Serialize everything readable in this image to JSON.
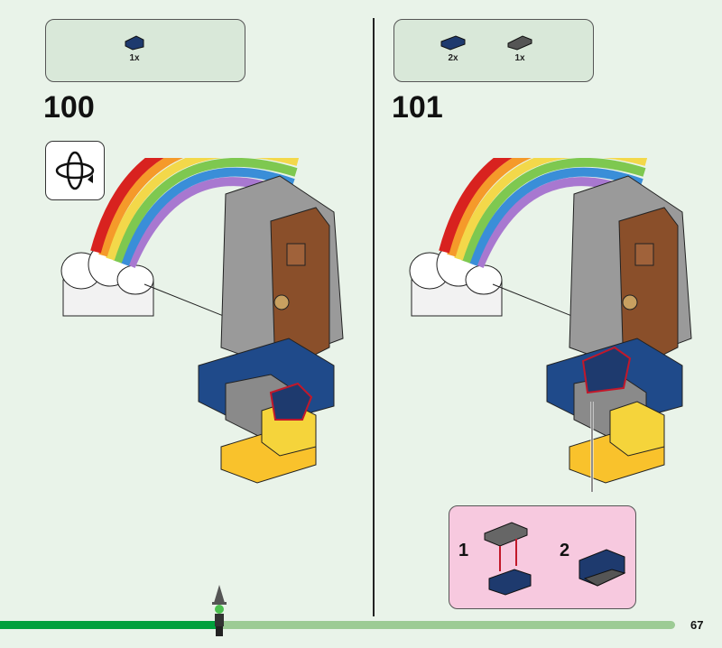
{
  "steps": [
    {
      "number": "100",
      "parts": [
        {
          "name": "dark-blue-plate-1x2-slope",
          "qty": "1x"
        }
      ]
    },
    {
      "number": "101",
      "parts": [
        {
          "name": "dark-blue-plate-1x2",
          "qty": "2x"
        },
        {
          "name": "dark-gray-plate-1x2-clips",
          "qty": "1x"
        }
      ],
      "callout": {
        "sub_steps": [
          "1",
          "2"
        ]
      }
    }
  ],
  "progress": {
    "percent": 32
  },
  "page_number": "67",
  "colors": {
    "background": "#e9f3e9",
    "parts_box": "#d9e8d9",
    "callout": "#f7c9df",
    "progress_done": "#00a03c",
    "progress_track": "#9ccb94"
  }
}
